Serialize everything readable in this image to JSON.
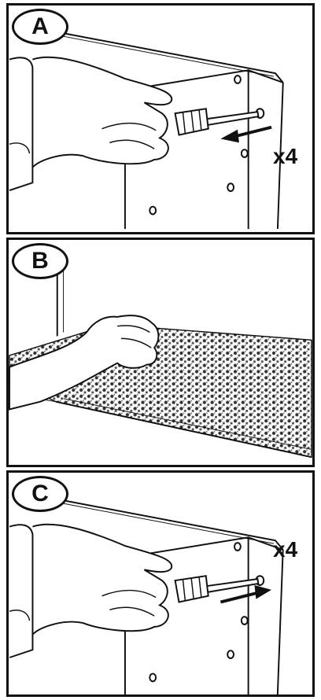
{
  "panels": [
    {
      "step": "A",
      "count": "x4",
      "action": "remove-screws"
    },
    {
      "step": "B",
      "action": "replace-filter"
    },
    {
      "step": "C",
      "count": "x4",
      "action": "install-screws"
    }
  ]
}
